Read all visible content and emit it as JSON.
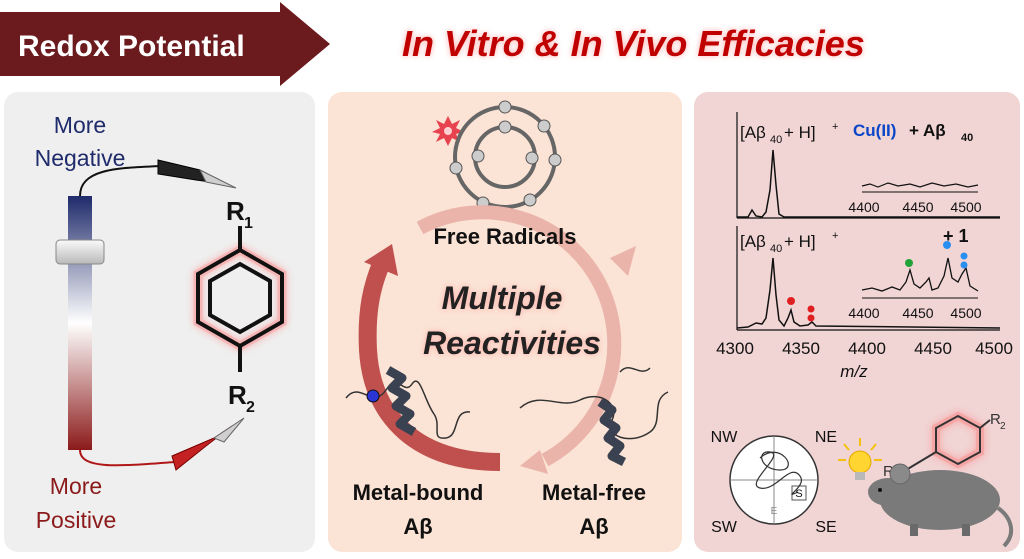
{
  "header": {
    "arrow_label": "Redox Potential",
    "title": "In Vitro & In Vivo Efficacies"
  },
  "left_panel": {
    "more_negative_line1": "More",
    "more_negative_line2": "Negative",
    "more_positive_line1": "More",
    "more_positive_line2": "Positive",
    "r1": "R",
    "r1_sub": "1",
    "r2": "R",
    "r2_sub": "2"
  },
  "center_panel": {
    "free_radicals": "Free Radicals",
    "multiple": "Multiple",
    "reactivities": "Reactivities",
    "metal_bound_line1": "Metal-bound",
    "metal_bound_line2": "Aβ",
    "metal_free_line1": "Metal-free",
    "metal_free_line2": "Aβ"
  },
  "right_panel": {
    "top_ion_label": "[Aβ",
    "top_ion_sub": "40",
    "top_ion_rest": " + H]",
    "top_ion_sup": "+",
    "top_condition_cu": "Cu(II)",
    "top_condition_plus": " + Aβ",
    "top_condition_sub": "40",
    "bottom_ion_label": "[Aβ",
    "bottom_ion_sub": "40",
    "bottom_ion_rest": " + H]",
    "bottom_ion_sup": "+",
    "bottom_condition": "+ 1",
    "inset_ticks": [
      "4400",
      "4450",
      "4500"
    ],
    "main_ticks": [
      "4300",
      "4350",
      "4400",
      "4450",
      "4500"
    ],
    "xlabel": "m/z",
    "maze": {
      "nw": "NW",
      "ne": "NE",
      "sw": "SW",
      "se": "SE",
      "e_mark": "E",
      "s_mark": "S"
    },
    "mouse_r1": "R",
    "mouse_r1_sub": "1",
    "mouse_r2": "R",
    "mouse_r2_sub": "2"
  },
  "colors": {
    "header_arrow": "#6b1a1e",
    "title_red": "#c00000",
    "left_bg": "#efefef",
    "center_bg": "#fbe3d5",
    "right_bg": "#f1d4d4",
    "negative_navy": "#1f2b6b",
    "positive_maroon": "#8b1a1a",
    "cycle_red": "#c0504d",
    "cycle_pink": "#eab4aa",
    "cu_blue": "#0a46c8",
    "marker_red": "#e02020",
    "marker_green": "#22a33a",
    "marker_blue": "#2a8ef0"
  },
  "icons": [
    "alligator-clip-icon",
    "lightbulb-icon",
    "mouse-icon",
    "starburst-icon"
  ]
}
